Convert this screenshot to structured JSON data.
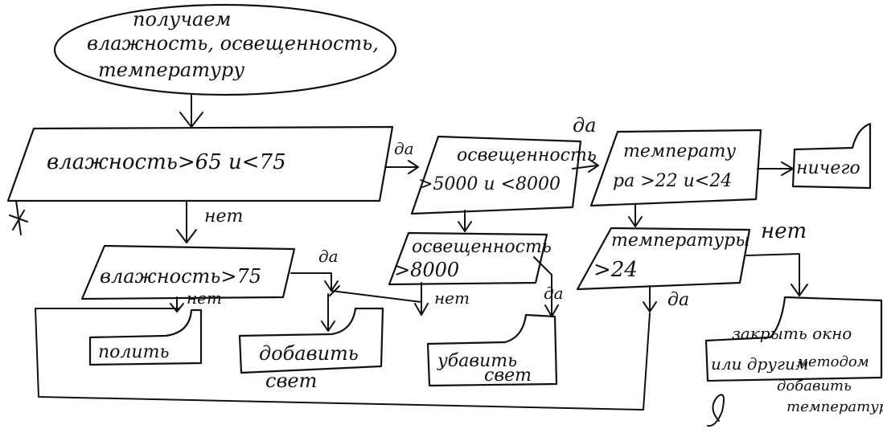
{
  "nodes": {
    "start": {
      "lines": [
        "получаем",
        "влажность, освещенность,",
        "температуру"
      ]
    },
    "cond_humidity_range": {
      "text": "влажность>65 и<75"
    },
    "cond_light_range": {
      "lines": [
        "освещенность",
        ">5000 и <8000"
      ]
    },
    "cond_temp_range": {
      "lines": [
        "температу",
        "ра >22 и<24"
      ]
    },
    "act_nothing": {
      "text": "ничего"
    },
    "cond_humidity_high": {
      "text": "влажность>75"
    },
    "cond_light_high": {
      "lines": [
        "освещенность",
        ">8000"
      ]
    },
    "cond_temp_high": {
      "lines": [
        "температуры",
        ">24"
      ]
    },
    "act_water": {
      "text": "полить"
    },
    "act_add_light": {
      "lines": [
        "добавить",
        "свет"
      ]
    },
    "act_reduce_light": {
      "lines": [
        "убавить",
        "свет"
      ]
    },
    "act_close_window": {
      "lines": [
        "закрыть окно",
        "или другим",
        "методом",
        "добавить",
        "температуру"
      ]
    }
  },
  "labels": {
    "yes": "да",
    "no": "нет"
  }
}
